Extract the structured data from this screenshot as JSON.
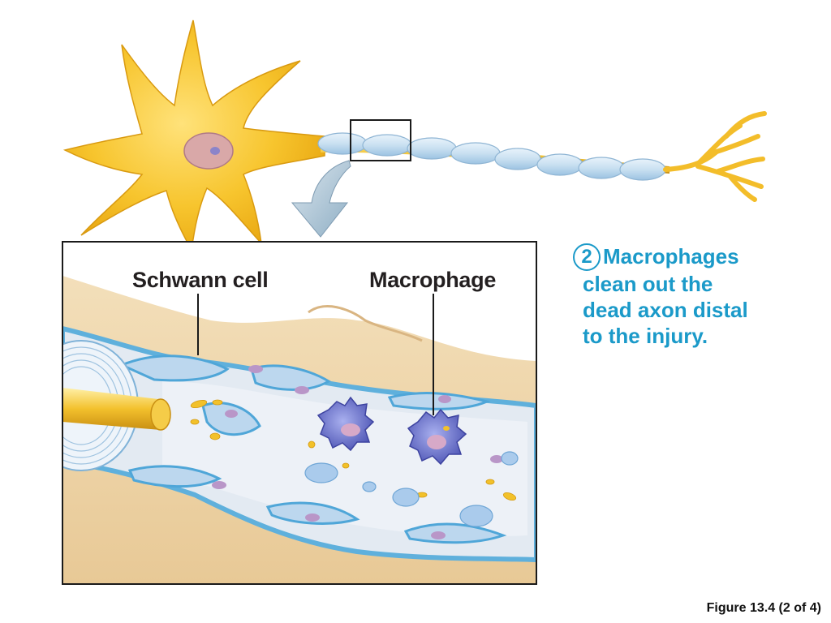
{
  "labels": {
    "schwann_cell": "Schwann cell",
    "macrophage": "Macrophage"
  },
  "step": {
    "number": "2",
    "line1": "Macrophages",
    "rest": "clean out the\ndead axon distal\nto the injury."
  },
  "caption": "Figure 13.4 (2 of 4)",
  "colors": {
    "step_text": "#1b9ac9",
    "neuron_yellow": "#f5c12a",
    "myelin_blue": "#c8dff0",
    "macrophage_purple": "#6a6fc4"
  }
}
